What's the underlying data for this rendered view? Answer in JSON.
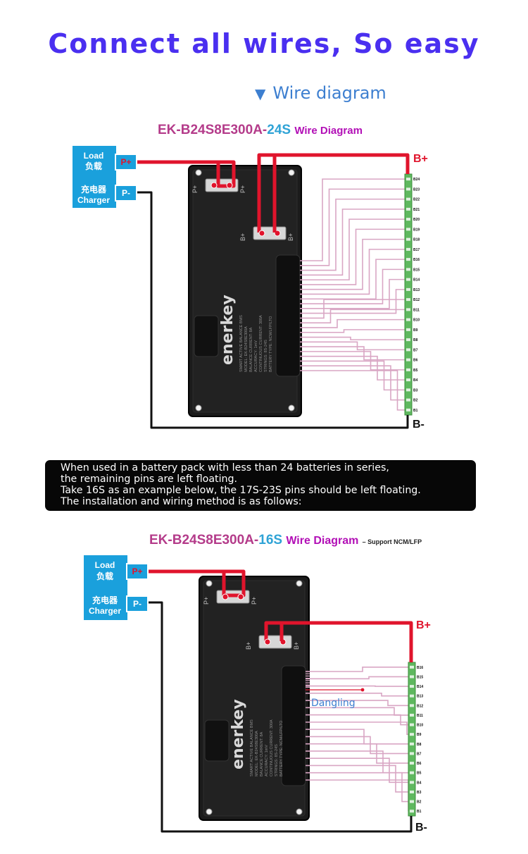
{
  "headline": "Connect all wires,  So easy",
  "section_label": "Wire diagram",
  "diagram1": {
    "model": "EK-B24S8E300A-",
    "series": "24S",
    "suffix": "Wire Diagram",
    "load_label": "Load",
    "load_cn": "负载",
    "charger_cn": "充电器",
    "charger_label": "Charger",
    "p_plus": "P+",
    "p_minus": "P-",
    "b_plus": "B+",
    "b_minus": "B-",
    "pins": [
      "B24",
      "B23",
      "B22",
      "B21",
      "B20",
      "B19",
      "B18",
      "B17",
      "B16",
      "B15",
      "B14",
      "B13",
      "B12",
      "B11",
      "B10",
      "B9",
      "B8",
      "B7",
      "B6",
      "B5",
      "B4",
      "B3",
      "B2",
      "B1"
    ]
  },
  "notice": {
    "lines": [
      "When used in a battery pack with less than 24 batteries in series,",
      "the remaining pins are left floating.",
      "Take 16S as an example below, the 17S-23S pins should be left floating.",
      "The installation and wiring method is as follows:"
    ]
  },
  "diagram2": {
    "model": "EK-B24S8E300A-",
    "series": "16S",
    "suffix": "Wire Diagram",
    "support": "– Support NCM/LFP",
    "load_label": "Load",
    "load_cn": "负载",
    "charger_cn": "充电器",
    "charger_label": "Charger",
    "p_plus": "P+",
    "p_minus": "P-",
    "b_plus": "B+",
    "b_minus": "B-",
    "dangling": "Dangling",
    "pins": [
      "B16",
      "B15",
      "B14",
      "B13",
      "B12",
      "B11",
      "B10",
      "B9",
      "B8",
      "B7",
      "B6",
      "B5",
      "B4",
      "B3",
      "B2",
      "B1"
    ]
  },
  "device": {
    "brand": "enerkey",
    "spec_lines": [
      "SMART ACTIVE BALANCE BMS",
      "MODEL: EK-B24S8E300A",
      "BALANCE CURRENT: 8A",
      "ACCURACY: 1mV",
      "CONTINUOUS CURRENT: 300A",
      "STRINGS: 8S-24S",
      "BATTERY TYPE: NCM/LFP/LTO"
    ],
    "pplus_label": "P+",
    "bplus_label": "B+"
  },
  "colors": {
    "headline": "#4a2ff0",
    "accent_blue": "#1aa0dc",
    "wire_red": "#e0142c",
    "wire_black": "#111111",
    "pin_wire": "#d9a6c4",
    "connector_green": "#5fb85f"
  }
}
